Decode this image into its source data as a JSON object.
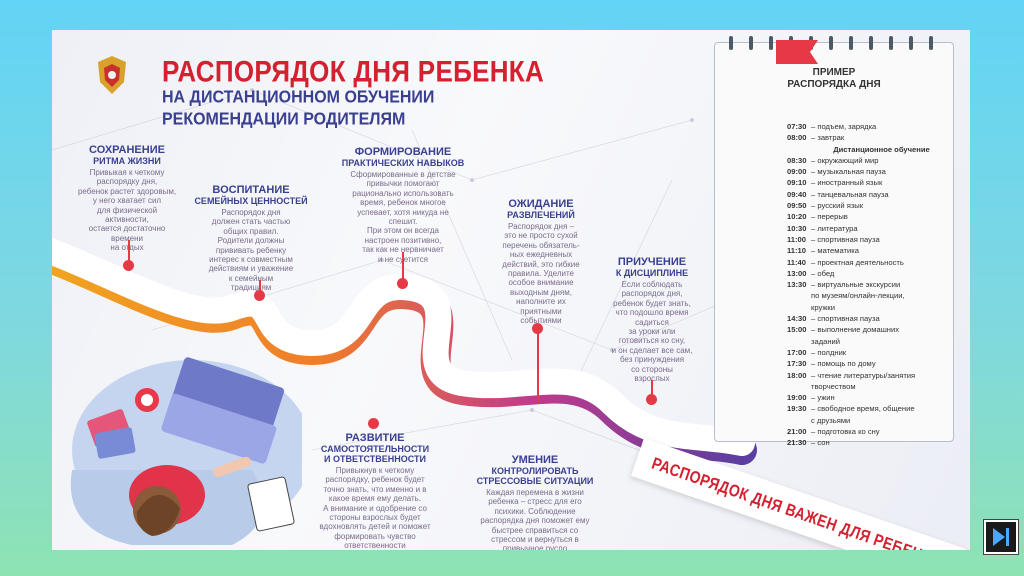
{
  "header": {
    "title": "РАСПОРЯДОК ДНЯ РЕБЕНКА",
    "subtitle1": "НА ДИСТАНЦИОННОМ ОБУЧЕНИИ",
    "subtitle2": "РЕКОМЕНДАЦИИ РОДИТЕЛЯМ"
  },
  "blocks": {
    "rhythm": {
      "h1": "СОХРАНЕНИЕ",
      "h2": "РИТМА ЖИЗНИ",
      "text": "Привыкая к четкому\nраспорядку дня,\nребенок растет здоровым,\nу него хватает сил\nдля физической\nактивности,\nостается достаточно\nвремени\nна отдых"
    },
    "values": {
      "h1": "ВОСПИТАНИЕ",
      "h2": "СЕМЕЙНЫХ ЦЕННОСТЕЙ",
      "text": "Распорядок дня\nдолжен стать частью\nобщих правил.\nРодители должны\nпрививать ребенку\nинтерес к совместным\nдействиям и уважение\nк семейным\nтрадициям"
    },
    "skills": {
      "h1": "ФОРМИРОВАНИЕ",
      "h2": "ПРАКТИЧЕСКИХ НАВЫКОВ",
      "text": "Сформированные в детстве\nпривычки помогают\nрационально использовать\nвремя, ребенок многое\nуспевает, хотя никуда не\nспешит.\nПри этом он всегда\nнастроен позитивно,\nтак как не нервничает\nи не суетится"
    },
    "waiting": {
      "h1": "ОЖИДАНИЕ",
      "h2": "РАЗВЛЕЧЕНИЙ",
      "text": "Распорядок дня –\nэто не просто сухой\nперечень обязатель-\nных ежедневных\nдействий, это гибкие\nправила. Уделите\nособое внимание\nвыходным дням,\nнаполните их\nприятными\nсобытиями"
    },
    "discipline": {
      "h1": "ПРИУЧЕНИЕ",
      "h2": "К ДИСЦИПЛИНЕ",
      "text": "Если соблюдать\nраспорядок дня,\nребенок будет знать,\nчто подошло время\nсадиться\nза уроки или\nготовиться ко сну,\nи он сделает все сам,\nбез принуждения\nсо стороны\nвзрослых"
    },
    "independence": {
      "h1": "РАЗВИТИЕ",
      "h2": "САМОСТОЯТЕЛЬНОСТИ\nИ ОТВЕТСТВЕННОСТИ",
      "text": "Привыкнув к четкому\nраспорядку, ребенок будет\nточно знать, что именно и в\nкакое время ему делать.\nА внимание и одобрение со\nстороны взрослых будет\nвдохновлять детей и поможет\nформировать чувство\nответственности"
    },
    "stress": {
      "h1": "УМЕНИЕ",
      "h2": "КОНТРОЛИРОВАТЬ\nСТРЕССОВЫЕ СИТУАЦИИ",
      "text": "Каждая перемена в жизни\nребенка – стресс для его\nпсихики. Соблюдение\nраспорядка дня поможет ему\nбыстрее справиться со\nстрессом и вернуться в\nпривычное русло"
    }
  },
  "schedule": {
    "title1": "ПРИМЕР",
    "title2": "РАСПОРЯДКА ДНЯ",
    "rows": [
      {
        "time": "07:30",
        "desc": "подъем, зарядка"
      },
      {
        "time": "08:00",
        "desc": "завтрак"
      },
      {
        "time": "",
        "desc": "Дистанционное обучение",
        "section": true
      },
      {
        "time": "08:30",
        "desc": "окружающий мир"
      },
      {
        "time": "09:00",
        "desc": "музыкальная пауза"
      },
      {
        "time": "09:10",
        "desc": "иностранный язык"
      },
      {
        "time": "09:40",
        "desc": "танцевальная пауза"
      },
      {
        "time": "09:50",
        "desc": "русский язык"
      },
      {
        "time": "10:20",
        "desc": "перерыв"
      },
      {
        "time": "10:30",
        "desc": "литература"
      },
      {
        "time": "11:00",
        "desc": "спортивная пауза"
      },
      {
        "time": "11:10",
        "desc": "математика"
      },
      {
        "time": "11:40",
        "desc": "проектная деятельность"
      },
      {
        "time": "13:00",
        "desc": "обед"
      },
      {
        "time": "13:30",
        "desc": "виртуальные экскурсии"
      },
      {
        "time": "",
        "desc": "по музеям/онлайн-лекции,",
        "cont": true
      },
      {
        "time": "",
        "desc": "кружки",
        "cont": true
      },
      {
        "time": "14:30",
        "desc": "спортивная пауза"
      },
      {
        "time": "15:00",
        "desc": "выполнение домашних"
      },
      {
        "time": "",
        "desc": "заданий",
        "cont": true
      },
      {
        "time": "17:00",
        "desc": "полдник"
      },
      {
        "time": "17:30",
        "desc": "помощь по дому"
      },
      {
        "time": "18:00",
        "desc": "чтение литературы/занятия"
      },
      {
        "time": "",
        "desc": "творчеством",
        "cont": true
      },
      {
        "time": "19:00",
        "desc": "ужин"
      },
      {
        "time": "19:30",
        "desc": "свободное время, общение"
      },
      {
        "time": "",
        "desc": "с друзьями",
        "cont": true
      },
      {
        "time": "21:00",
        "desc": "подготовка ко сну"
      },
      {
        "time": "21:30",
        "desc": "сон"
      }
    ]
  },
  "banner": "РАСПОРЯДОК ДНЯ ВАЖЕН ДЛЯ РЕБЕНКА",
  "nav": {
    "icon": "next-slide-icon"
  },
  "colors": {
    "accent": "#d4202f",
    "navy": "#3a3f8f",
    "pin": "#e53946"
  }
}
